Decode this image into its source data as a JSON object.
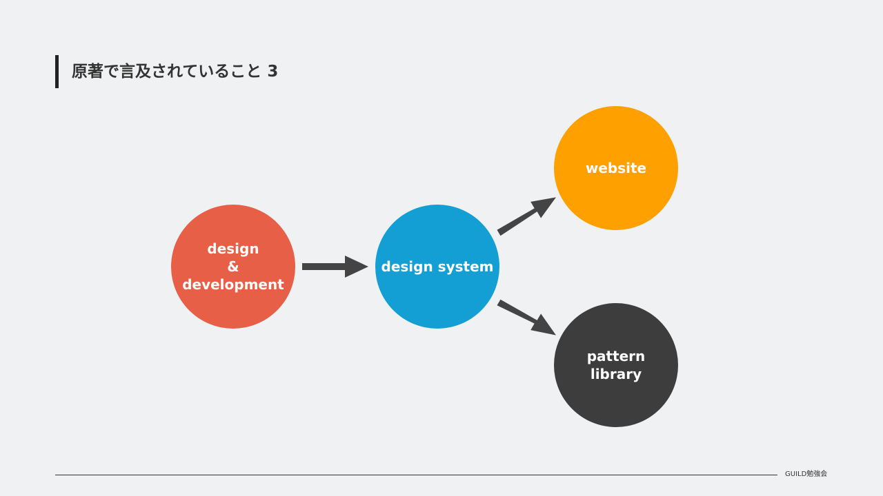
{
  "slide": {
    "title": "原著で言及されていること 3"
  },
  "colors": {
    "background": "#eff1f3",
    "arrow": "#444444",
    "design_development": "#e85f47",
    "design_system": "#139fd4",
    "website": "#fda000",
    "pattern_library": "#3d3d3d"
  },
  "nodes": {
    "design_development": {
      "lines": [
        "design",
        "&",
        "development"
      ]
    },
    "design_system": {
      "lines": [
        "design system"
      ]
    },
    "website": {
      "lines": [
        "website"
      ]
    },
    "pattern_library": {
      "lines": [
        "pattern",
        "library"
      ]
    }
  },
  "footer": {
    "label": "GUILD勉強会"
  }
}
